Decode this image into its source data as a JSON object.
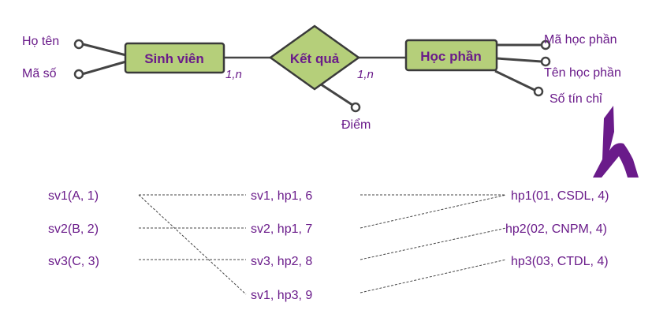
{
  "colors": {
    "entity_fill": "#b5cf7a",
    "entity_stroke": "#3a3a3a",
    "text": "#6a1b8a",
    "connector": "#444444",
    "logo": "#6a1b8a"
  },
  "entities": {
    "student": "Sinh viên",
    "course": "Học phần"
  },
  "relationship": {
    "label": "Kết quả",
    "card_left": "1,n",
    "card_right": "1,n"
  },
  "attributes": {
    "student_name": "Họ tên",
    "student_id": "Mã số",
    "course_id": "Mã học phần",
    "course_name": "Tên học phần",
    "course_credits": "Số tín chỉ",
    "score": "Điểm"
  },
  "instances": {
    "students": [
      "sv1(A, 1)",
      "sv2(B, 2)",
      "sv3(C, 3)"
    ],
    "results": [
      "sv1, hp1, 6",
      "sv2, hp1, 7",
      "sv3, hp2, 8",
      "sv1, hp3, 9"
    ],
    "courses": [
      "hp1(01, CSDL, 4)",
      "hp2(02, CNPM, 4)",
      "hp3(03, CTDL, 4)"
    ]
  },
  "logo": {
    "icon": "h-logo-icon"
  }
}
